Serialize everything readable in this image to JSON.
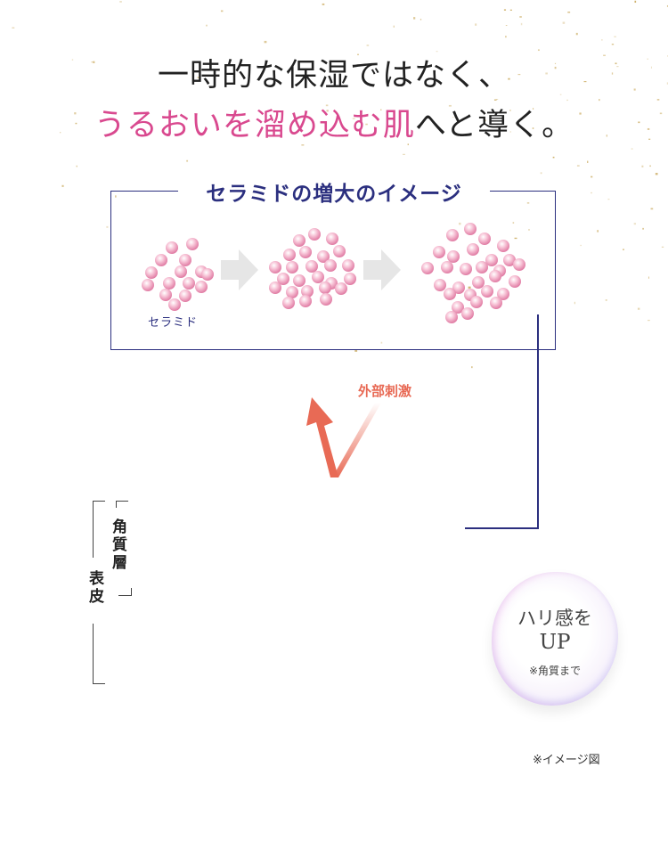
{
  "headline": {
    "line1": "一時的な保湿ではなく、",
    "line2_highlight": "うるおいを溜め込む肌",
    "line2_rest": "へと導く。"
  },
  "diagram": {
    "title": "セラミドの増大のイメージ",
    "ceramide_label": "セラミド",
    "external_stimulus": "外部刺激",
    "layers": {
      "stratum_corneum": "角質層",
      "epidermis": "表皮"
    }
  },
  "badge": {
    "line1": "ハリ感を",
    "line2": "UP",
    "note": "※角質まで"
  },
  "footnote": "※イメージ図",
  "colors": {
    "navy": "#2b2f7f",
    "pink": "#d9498f",
    "arrow": "#e86a55",
    "sphere": "#f2a8c3",
    "gold": "#c9a85a"
  }
}
